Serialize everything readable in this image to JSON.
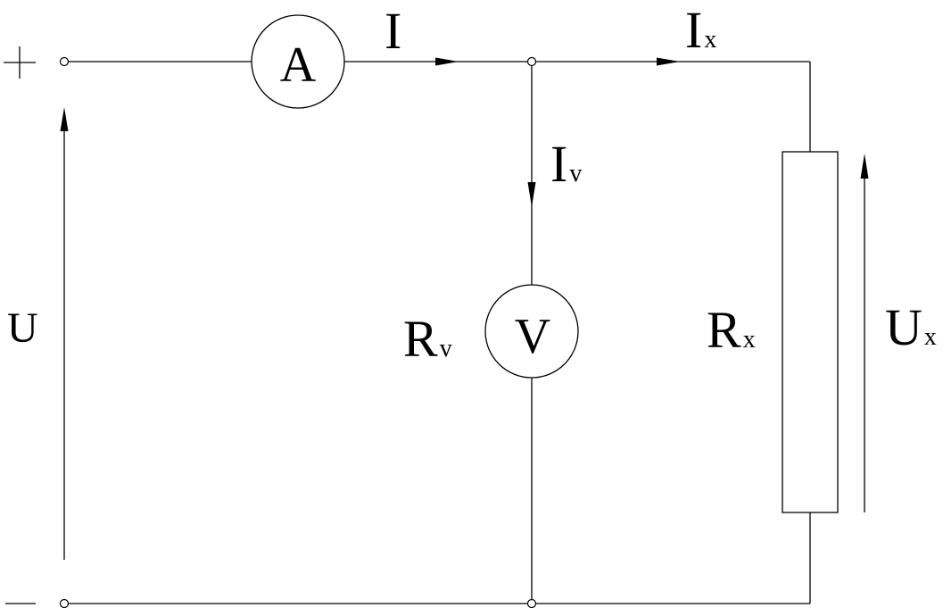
{
  "terminals": {
    "positive_sign": "+",
    "negative_sign": "−"
  },
  "ammeter": {
    "symbol": "A"
  },
  "voltmeter": {
    "symbol": "V"
  },
  "labels": {
    "supply_voltage": "U",
    "total_current": "I",
    "load_current_main": "I",
    "load_current_sub": "x",
    "voltmeter_current_main": "I",
    "voltmeter_current_sub": "v",
    "voltmeter_resistance_main": "R",
    "voltmeter_resistance_sub": "v",
    "load_resistance_main": "R",
    "load_resistance_sub": "x",
    "load_voltage_main": "U",
    "load_voltage_sub": "x"
  },
  "colors": {
    "line": "#000000",
    "background": "#ffffff"
  }
}
